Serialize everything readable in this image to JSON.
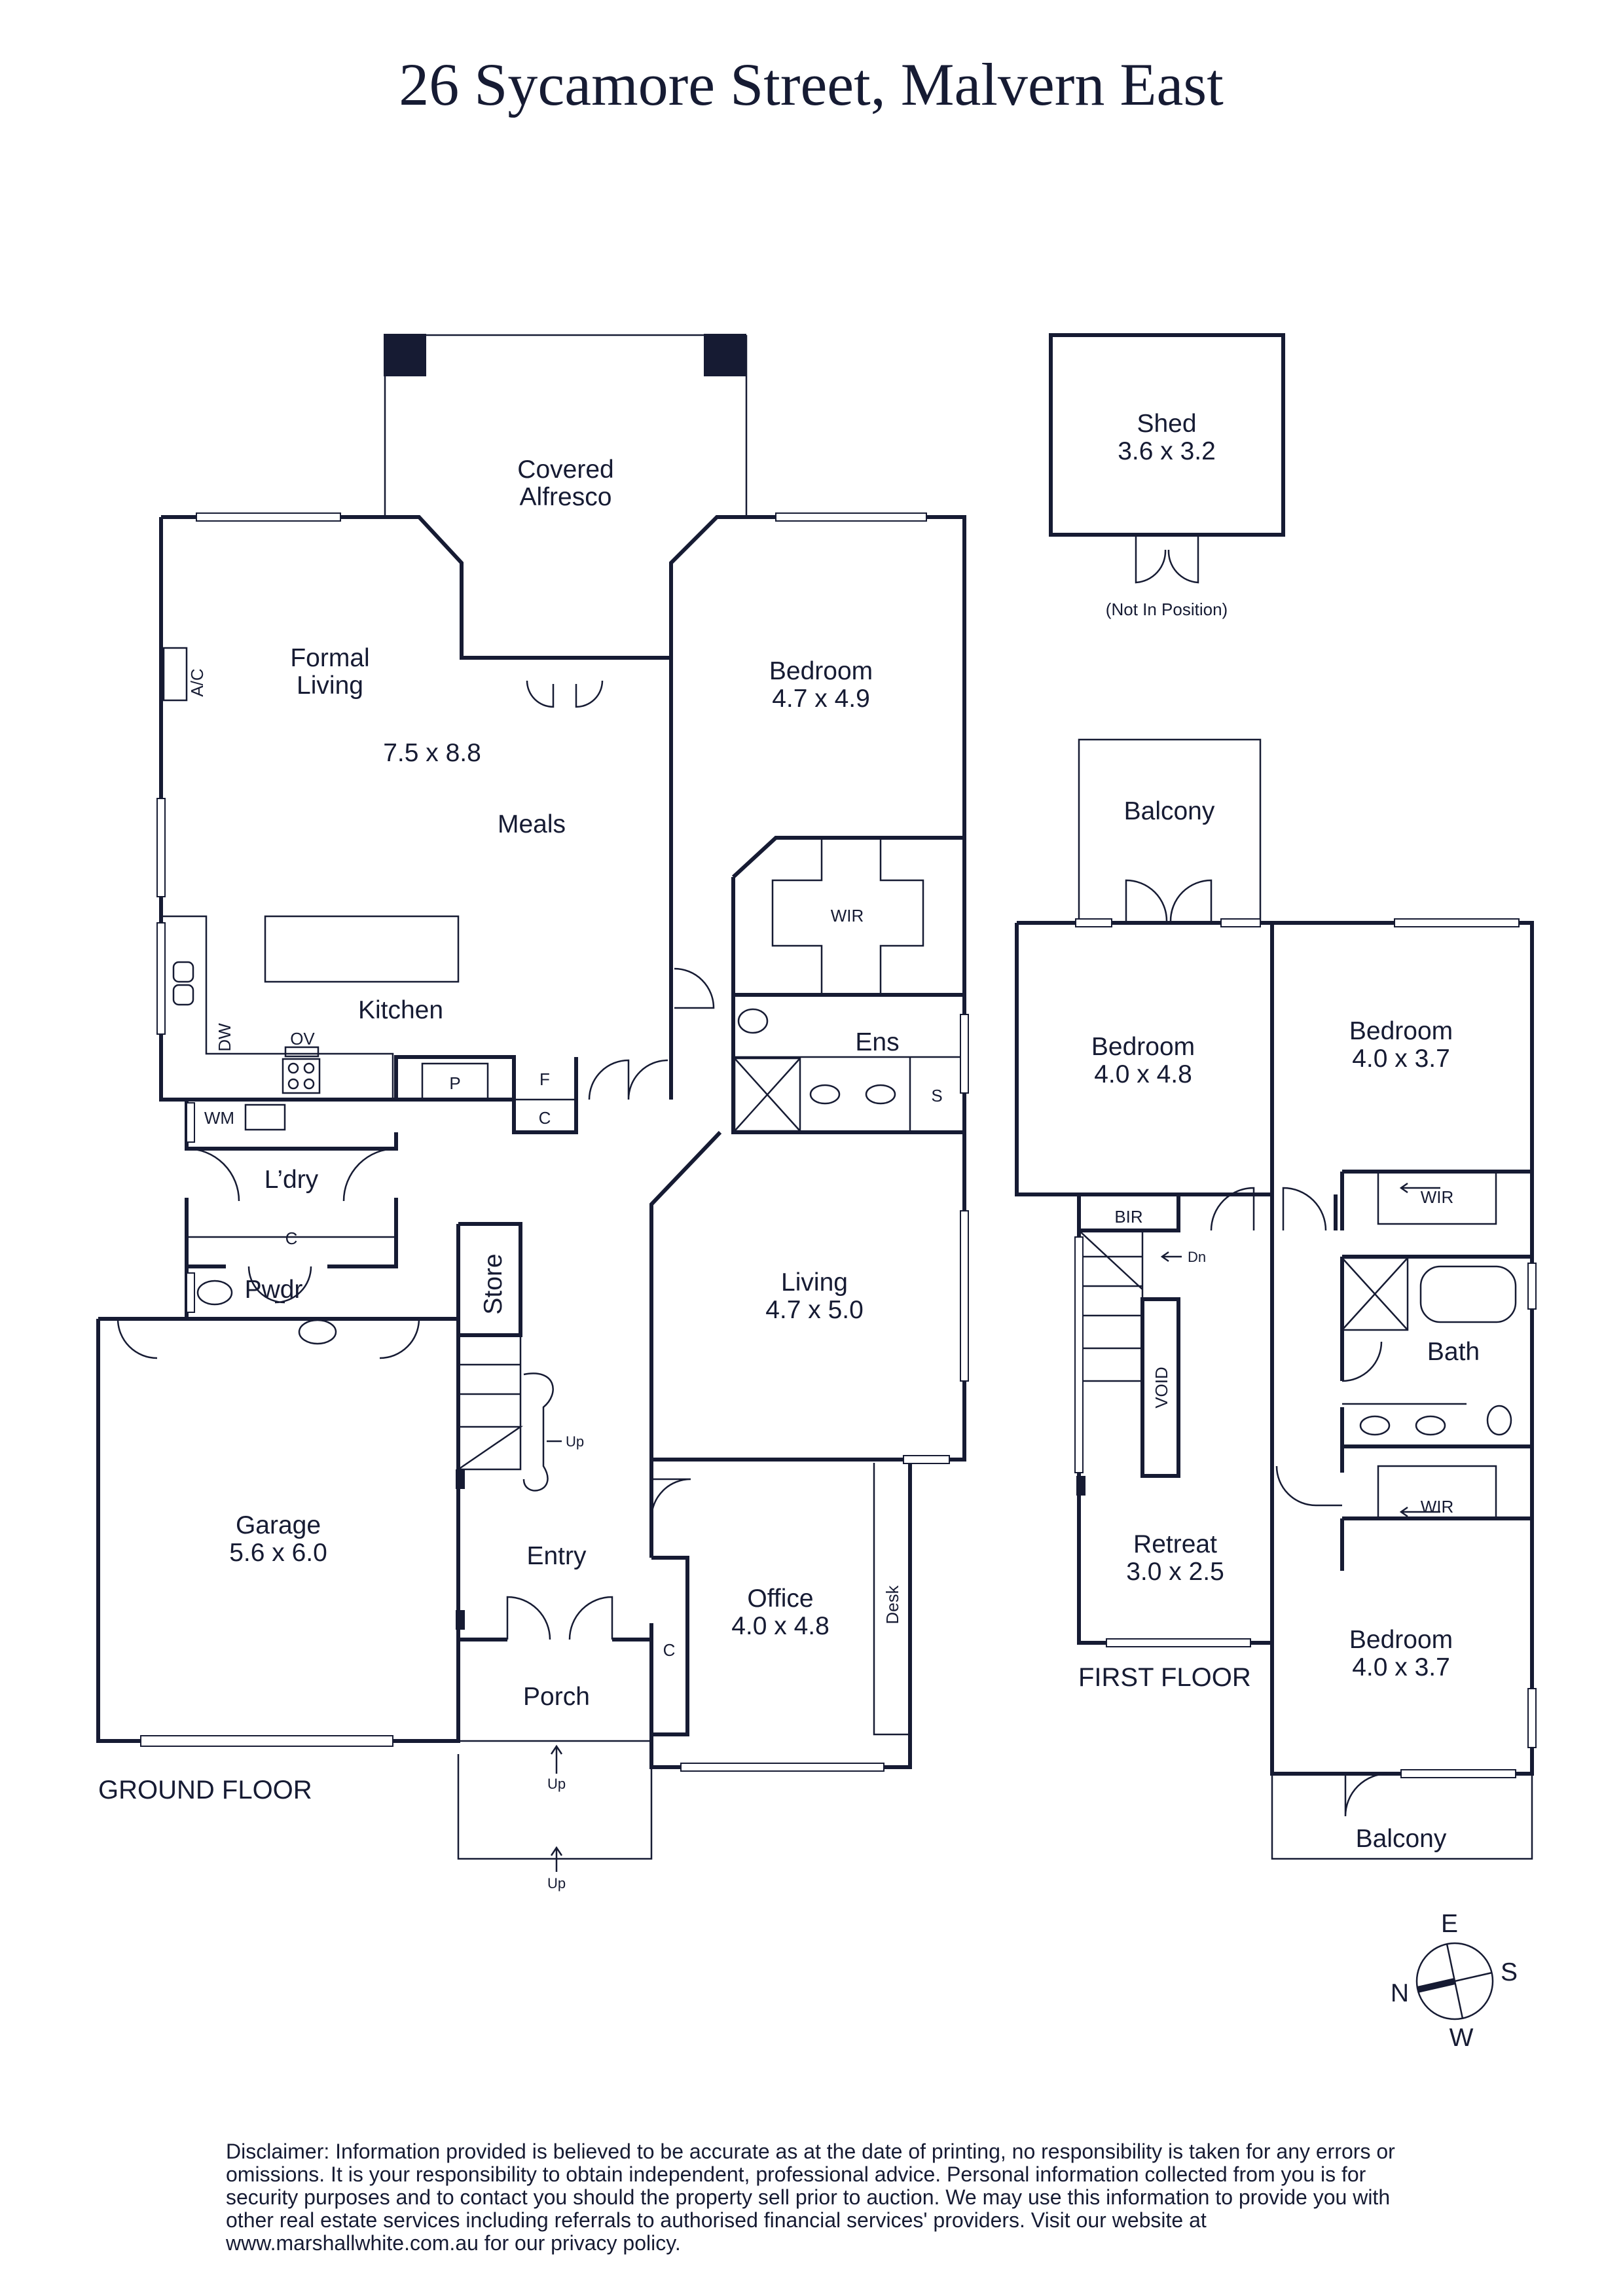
{
  "title": "26 Sycamore Street, Malvern East",
  "floors": {
    "ground": "GROUND FLOOR",
    "first": "FIRST FLOOR"
  },
  "rooms": {
    "covered_alfresco": "Covered\nAlfresco",
    "formal_living": "Formal\nLiving",
    "formal_living_dim": "7.5 x 8.8",
    "meals": "Meals",
    "kitchen": "Kitchen",
    "bedroom_ground": "Bedroom",
    "bedroom_ground_dim": "4.7 x 4.9",
    "wir_ground": "WIR",
    "ens": "Ens",
    "living": "Living",
    "living_dim": "4.7 x 5.0",
    "ldry": "L’dry",
    "pwdr": "Pwdr",
    "store": "Store",
    "garage": "Garage",
    "garage_dim": "5.6 x 6.0",
    "entry": "Entry",
    "office": "Office",
    "office_dim": "4.0 x 4.8",
    "porch": "Porch",
    "desk": "Desk",
    "shed": "Shed",
    "shed_dim": "3.6 x 3.2",
    "shed_note": "(Not In Position)",
    "balcony_top": "Balcony",
    "bedroom_f1": "Bedroom",
    "bedroom_f1_dim": "4.0 x 4.8",
    "bedroom_f2": "Bedroom",
    "bedroom_f2_dim": "4.0 x 3.7",
    "wir_f1": "WIR",
    "bir": "BIR",
    "bath": "Bath",
    "void": "VOID",
    "wir_f2": "WIR",
    "retreat": "Retreat",
    "retreat_dim": "3.0 x 2.5",
    "bedroom_f3": "Bedroom",
    "bedroom_f3_dim": "4.0 x 3.7",
    "balcony_bottom": "Balcony"
  },
  "fixtures": {
    "ac": "A/C",
    "dw": "DW",
    "ov": "OV",
    "pantry": "P",
    "fridge": "F",
    "cupboard": "C",
    "wm": "WM",
    "shower_s": "S",
    "up": "Up",
    "dn": "Dn"
  },
  "compass": {
    "n": "N",
    "e": "E",
    "s": "S",
    "w": "W"
  },
  "disclaimer": "Disclaimer: Information provided is believed to be accurate as at the date of printing, no responsibility is taken for any errors or omissions. It is your responsibility to obtain independent, professional advice. Personal information collected from you is for security purposes and to contact you should the property sell prior to auction. We may use this information to provide you with other real estate services including referrals to authorised financial services' providers. Visit our website at www.marshallwhite.com.au for our privacy policy."
}
